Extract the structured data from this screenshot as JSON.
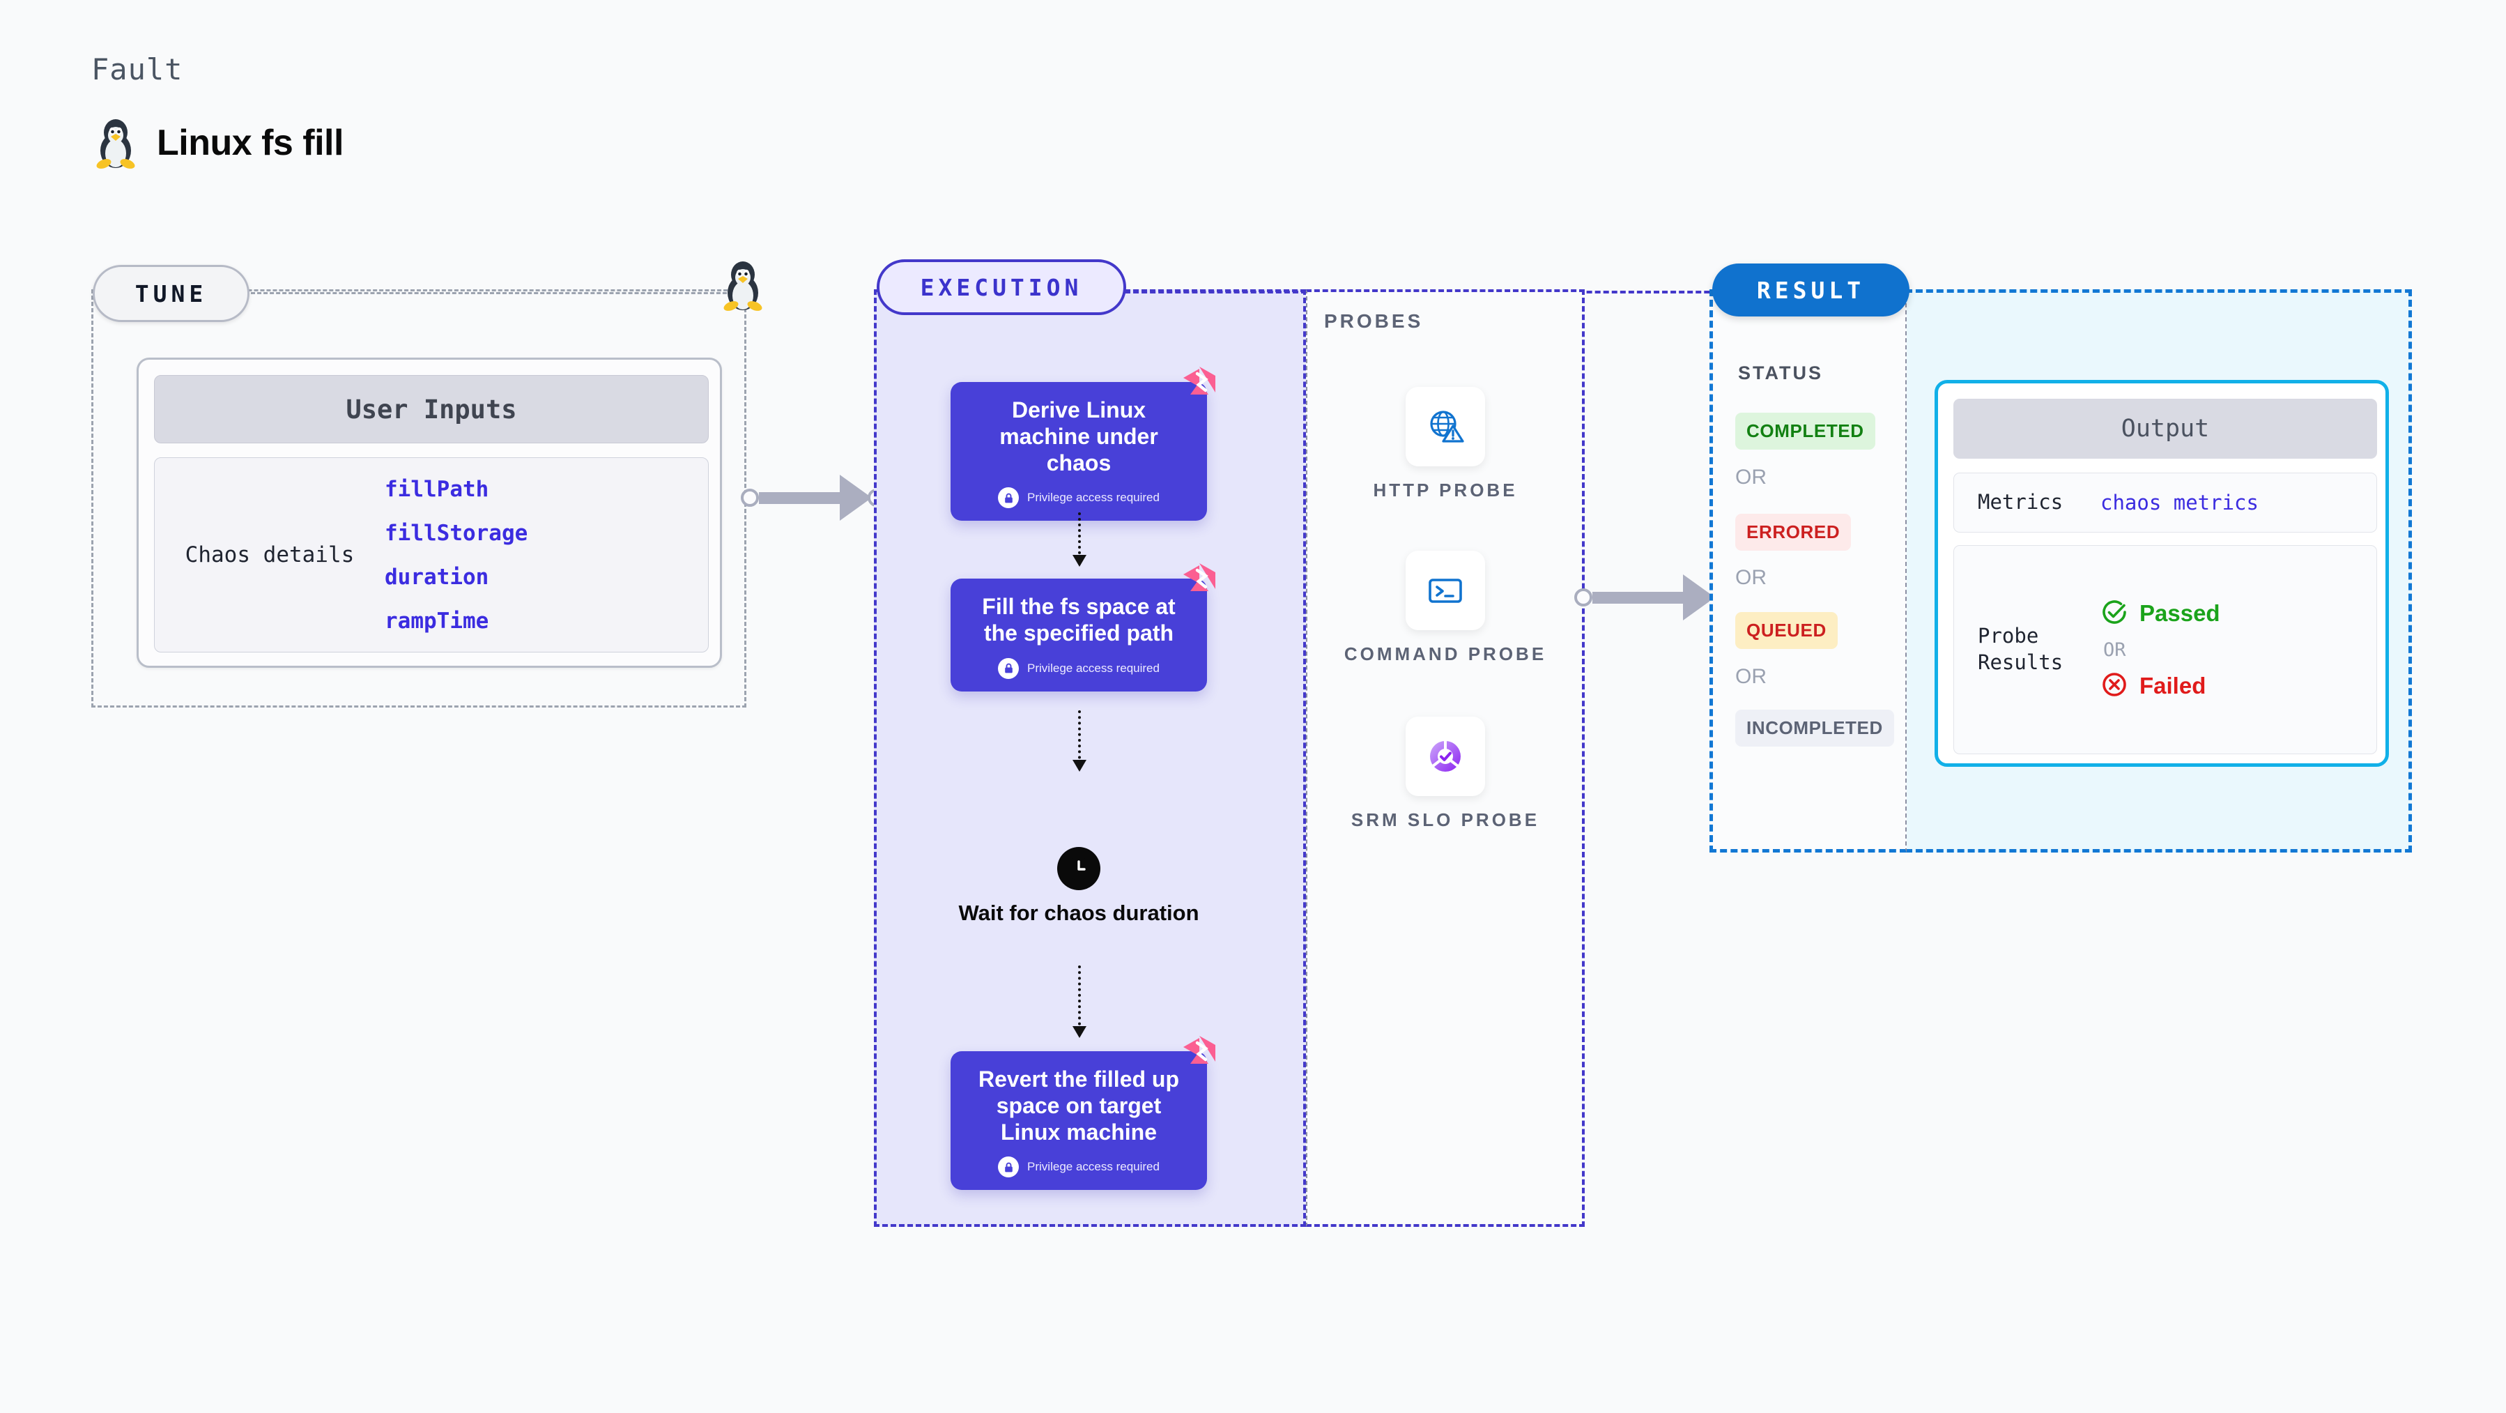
{
  "header": {
    "kicker": "Fault",
    "title": "Linux fs fill",
    "icon": "linux-tux-icon"
  },
  "tune": {
    "pill_label": "TUNE",
    "card_title": "User Inputs",
    "row_label": "Chaos details",
    "params": [
      "fillPath",
      "fillStorage",
      "duration",
      "rampTime"
    ],
    "edge_icon": "linux-tux-icon"
  },
  "execution": {
    "pill_label": "EXECUTION",
    "steps": [
      {
        "title": "Derive Linux machine under chaos",
        "note": "Privilege access required",
        "note_icon": "lock-icon",
        "corner_icon": "litmus-logo-icon"
      },
      {
        "title": "Fill the fs space at the specified path",
        "note": "Privilege access required",
        "note_icon": "lock-icon",
        "corner_icon": "litmus-logo-icon"
      },
      {
        "title": "Revert the filled up space on target Linux machine",
        "note": "Privilege access required",
        "note_icon": "lock-icon",
        "corner_icon": "litmus-logo-icon"
      }
    ],
    "wait": {
      "icon": "clock-icon",
      "label": "Wait for chaos duration"
    }
  },
  "probes": {
    "title": "PROBES",
    "items": [
      {
        "label": "HTTP PROBE",
        "icon": "globe-alert-icon"
      },
      {
        "label": "COMMAND PROBE",
        "icon": "terminal-icon"
      },
      {
        "label": "SRM SLO PROBE",
        "icon": "slo-donut-check-icon"
      }
    ]
  },
  "result": {
    "pill_label": "RESULT",
    "status_title": "STATUS",
    "or_label": "OR",
    "statuses": [
      {
        "label": "COMPLETED",
        "bg": "#ddf5dd",
        "fg": "#128012"
      },
      {
        "label": "ERRORED",
        "bg": "#fdeaea",
        "fg": "#cc2020"
      },
      {
        "label": "QUEUED",
        "bg": "#fdeec3",
        "fg": "#cc2020"
      },
      {
        "label": "INCOMPLETED",
        "bg": "#eef0f6",
        "fg": "#5c6375"
      }
    ],
    "output": {
      "title": "Output",
      "metrics_key": "Metrics",
      "metrics_value": "chaos metrics",
      "probe_key": "Probe Results",
      "passed_label": "Passed",
      "passed_icon": "check-circle-icon",
      "failed_label": "Failed",
      "failed_icon": "x-circle-icon",
      "or_label": "OR"
    }
  },
  "colors": {
    "accent_indigo": "#4840d8",
    "accent_blue": "#1072ce",
    "accent_cyan": "#11b0e8",
    "accent_pink": "#fb5f92",
    "param_violet": "#3b2ce0",
    "page_bg": "#f9fafb"
  }
}
